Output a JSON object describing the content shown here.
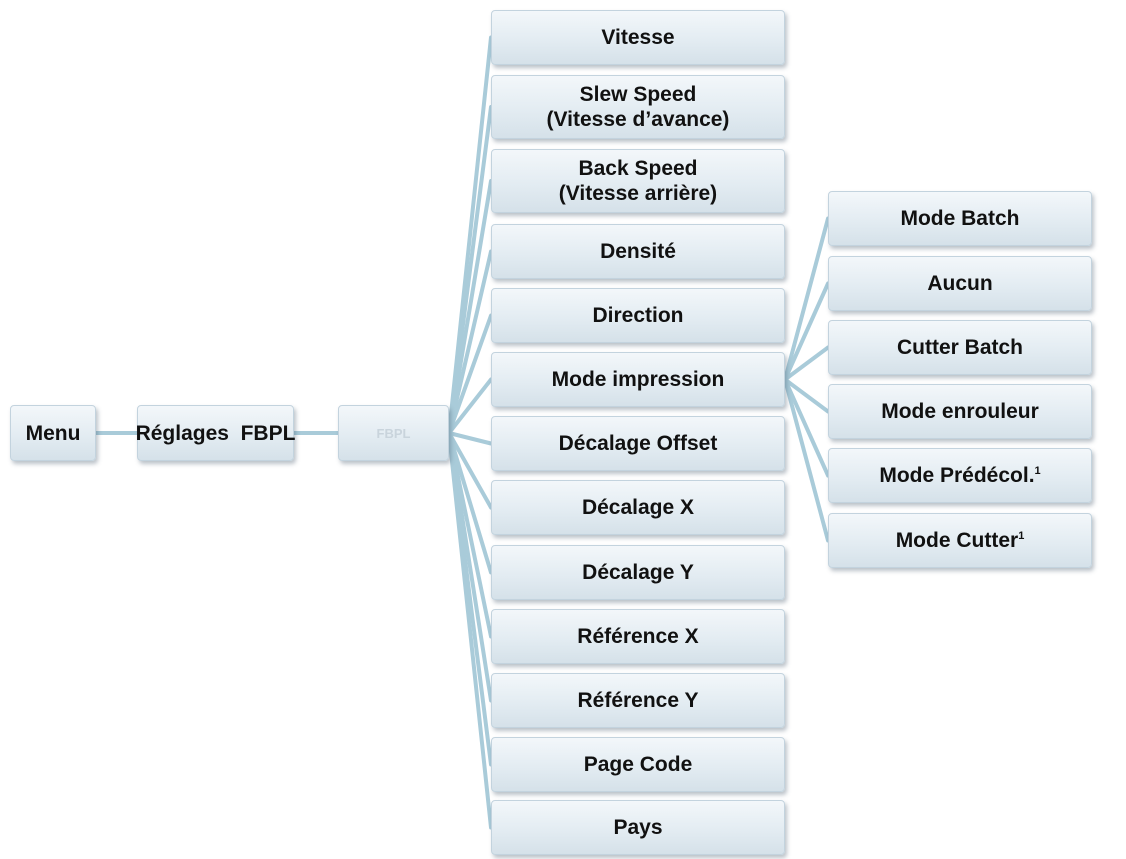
{
  "root": {
    "menu_label": "Menu",
    "settings_label": "Réglages  FBPL",
    "fbpl_label": "FBPL"
  },
  "fbpl_items": [
    {
      "label": "Vitesse"
    },
    {
      "label": "Slew Speed",
      "sub": "(Vitesse d’avance)"
    },
    {
      "label": "Back Speed",
      "sub": "(Vitesse arrière)"
    },
    {
      "label": "Densité"
    },
    {
      "label": "Direction"
    },
    {
      "label": "Mode impression"
    },
    {
      "label": "Décalage Offset"
    },
    {
      "label": "Décalage X"
    },
    {
      "label": "Décalage Y"
    },
    {
      "label": "Référence X"
    },
    {
      "label": "Référence Y"
    },
    {
      "label": "Page Code"
    },
    {
      "label": "Pays"
    }
  ],
  "print_mode_items": [
    {
      "label": "Mode Batch"
    },
    {
      "label": "Aucun"
    },
    {
      "label": "Cutter Batch"
    },
    {
      "label": "Mode enrouleur"
    },
    {
      "label": "Mode Prédécol.",
      "footnote": "1"
    },
    {
      "label": "Mode Cutter",
      "footnote": "1"
    }
  ],
  "colors": {
    "connector": "#a9cbd9",
    "node_border": "#c3d3de"
  }
}
